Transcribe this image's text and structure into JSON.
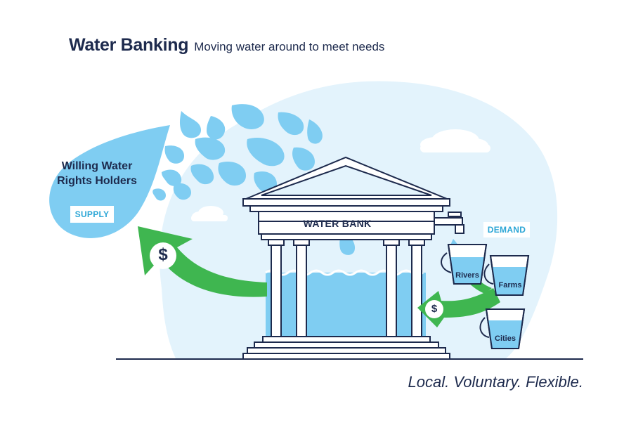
{
  "header": {
    "title": "Water Banking",
    "subtitle": "Moving water around to meet needs"
  },
  "supply": {
    "label": "Willing Water Rights Holders",
    "badge": "SUPPLY"
  },
  "bank": {
    "label": "WATER BANK"
  },
  "demand": {
    "badge": "DEMAND",
    "buckets": [
      "Rivers",
      "Farms",
      "Cities"
    ]
  },
  "payment_symbol": "$",
  "tagline": "Local. Voluntary. Flexible.",
  "colors": {
    "navy": "#1d2a4d",
    "water": "#7fcdf2",
    "sky": "#e3f3fc",
    "accent_blue": "#2ba6d6",
    "arrow_green": "#3fb650",
    "white": "#ffffff"
  }
}
